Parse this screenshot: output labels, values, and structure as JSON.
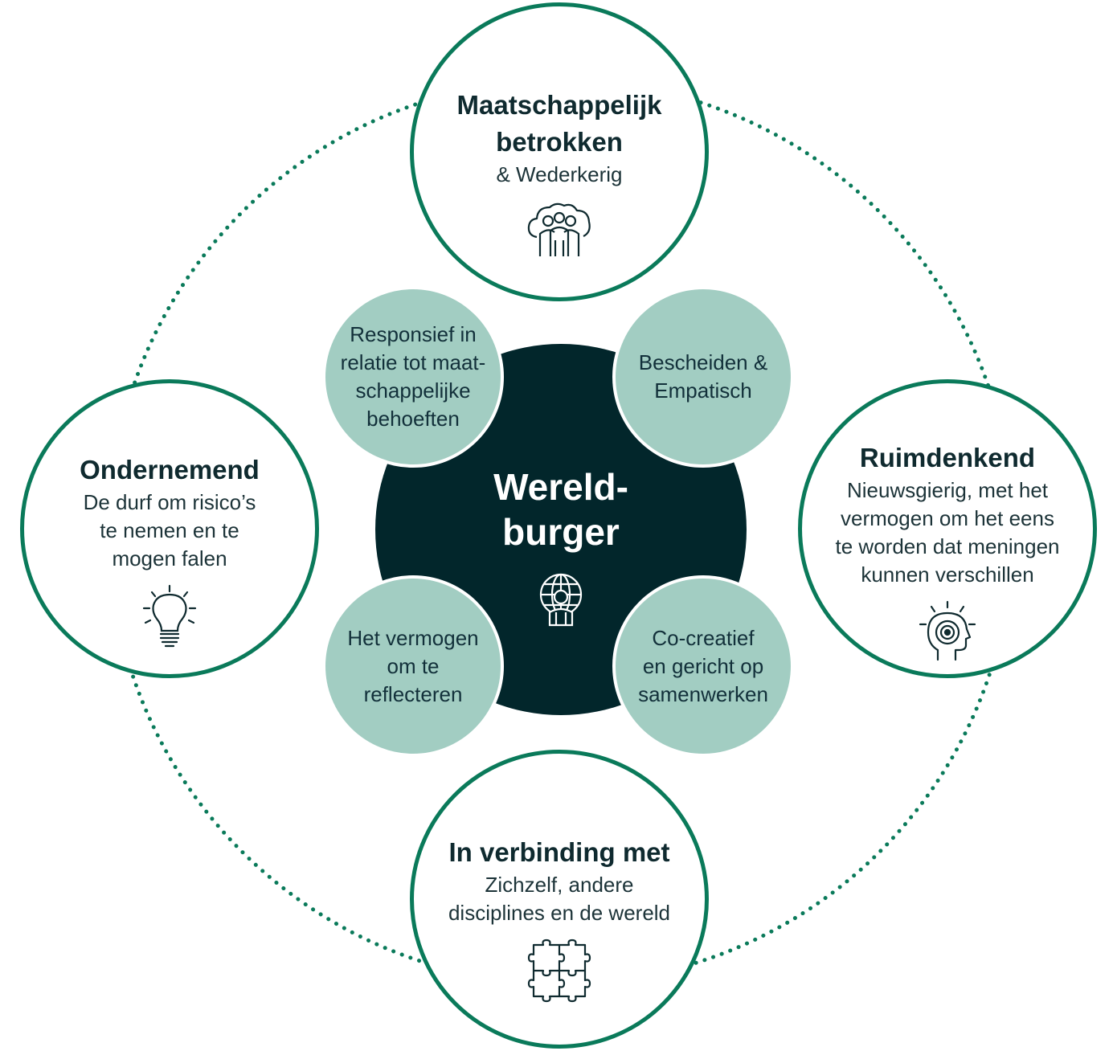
{
  "colors": {
    "accent_green": "#0a7a5a",
    "center_dark": "#02262b",
    "inner_fill": "#a2cdc2",
    "text_dark": "#0f2a2f"
  },
  "center": {
    "title_lines": [
      "Wereld-",
      "burger"
    ],
    "icon": "globe-icon"
  },
  "outer": {
    "top": {
      "title_lines": [
        "Maatschappelijk",
        "betrokken"
      ],
      "sub_lines": [
        "& Wederkerig"
      ],
      "icon": "community-cloud-icon"
    },
    "left": {
      "title_lines": [
        "Ondernemend"
      ],
      "sub_lines": [
        "De durf om risico’s",
        "te nemen en te",
        "mogen falen"
      ],
      "icon": "lightbulb-icon"
    },
    "right": {
      "title_lines": [
        "Ruimdenkend"
      ],
      "sub_lines": [
        "Nieuwsgierig, met het",
        "vermogen om het eens",
        "te worden dat meningen",
        "kunnen verschillen"
      ],
      "icon": "mind-target-icon"
    },
    "bottom": {
      "title_lines": [
        "In verbinding met"
      ],
      "sub_lines": [
        "Zichzelf, andere",
        "disciplines en de wereld"
      ],
      "icon": "puzzle-icon"
    }
  },
  "inner": {
    "top_left": [
      "Responsief in",
      "relatie tot maat-",
      "schappelijke",
      "behoeften"
    ],
    "top_right": [
      "Bescheiden &",
      "Empatisch"
    ],
    "bottom_left": [
      "Het vermogen",
      "om te",
      "reflecteren"
    ],
    "bottom_right": [
      "Co-creatief",
      "en gericht op",
      "samenwerken"
    ]
  }
}
